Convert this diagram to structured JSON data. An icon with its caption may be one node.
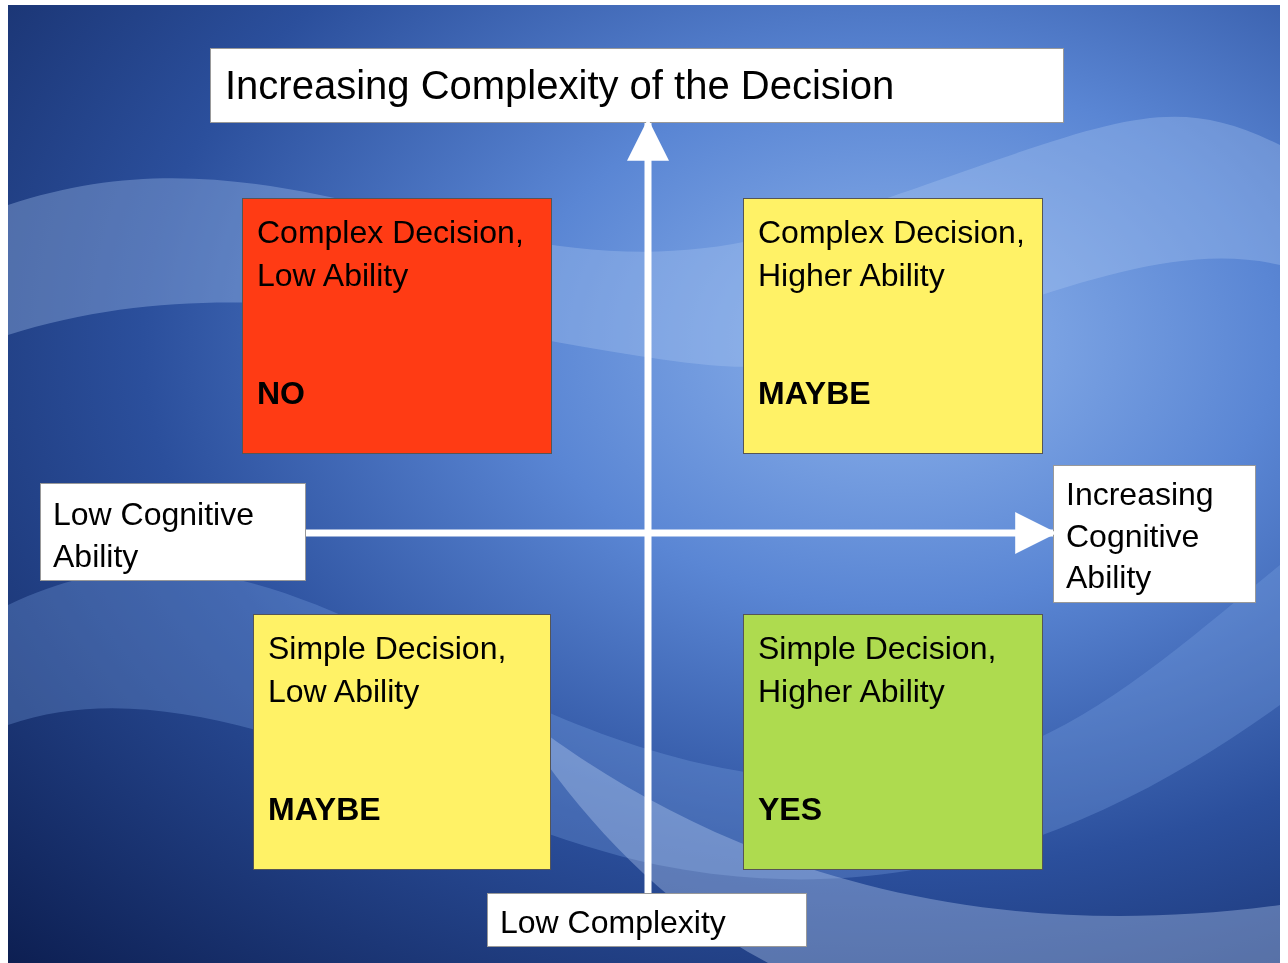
{
  "diagram": {
    "nodes": [
      {
        "text": [
          "Increasing Complexity of the Decision"
        ]
      },
      {
        "text": [
          "Complex Decision, Low Ability",
          "NO"
        ]
      },
      {
        "text": [
          "Complex Decision, Higher Ability",
          "MAYBE"
        ]
      },
      {
        "text": [
          "Low Cognitive Ability"
        ]
      },
      {
        "text": [
          "Increasing Cognitive Ability"
        ]
      },
      {
        "text": [
          "Simple Decision, Low Ability",
          "MAYBE"
        ]
      },
      {
        "text": [
          "Simple Decision, Higher Ability",
          "YES"
        ]
      },
      {
        "text": [
          "Low Complexity"
        ]
      }
    ],
    "edges": [
      {
        "from": 7,
        "to": 0,
        "arrow": "to"
      },
      {
        "from": 3,
        "to": 4,
        "arrow": "to"
      }
    ]
  }
}
